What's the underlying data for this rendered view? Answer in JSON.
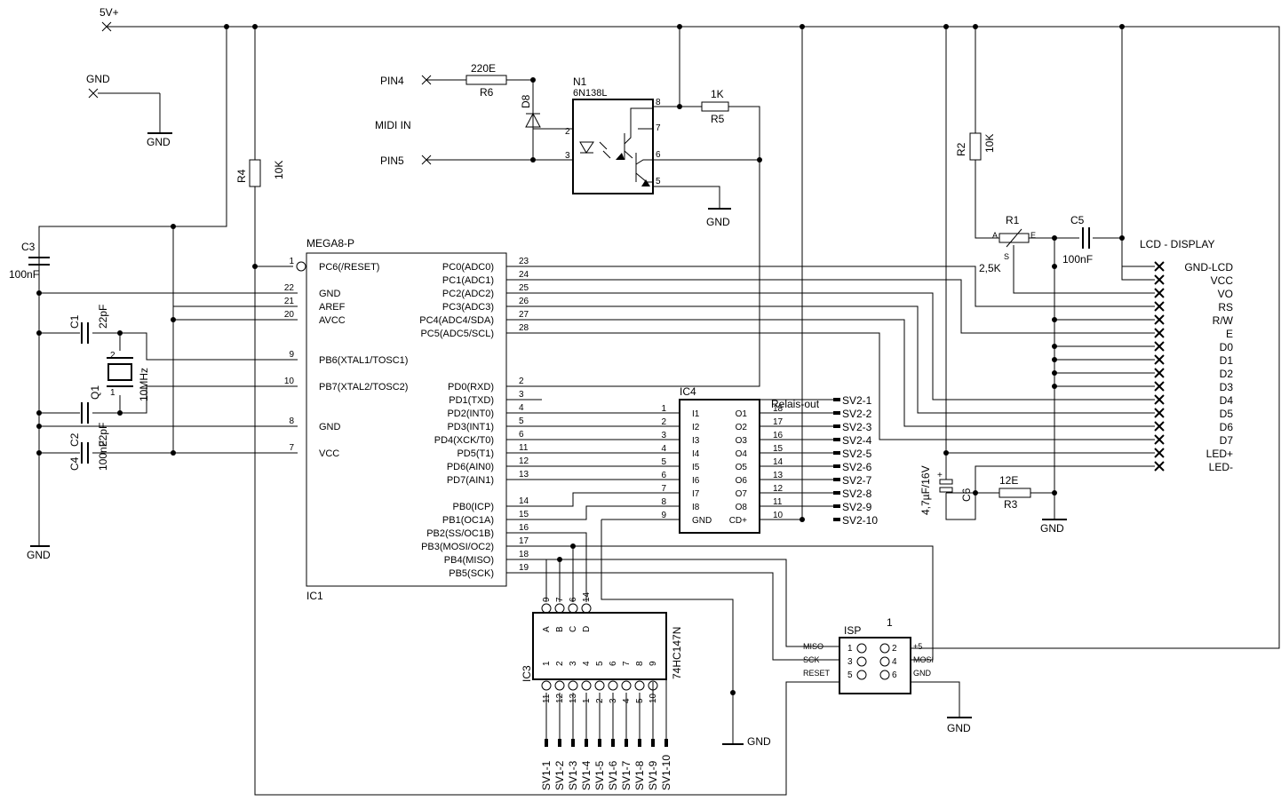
{
  "labels": {
    "v5": "5V+",
    "gnd": "GND",
    "midi_in": "MIDI IN",
    "pin4": "PIN4",
    "pin5": "PIN5",
    "lcd_display": "LCD - DISPLAY",
    "relais_out": "Relais-out",
    "isp": "ISP",
    "isp_num": "1"
  },
  "components": {
    "r6": {
      "ref": "R6",
      "value": "220E"
    },
    "r5": {
      "ref": "R5",
      "value": "1K"
    },
    "r4": {
      "ref": "R4",
      "value": "10K"
    },
    "r2": {
      "ref": "R2",
      "value": "10K"
    },
    "r1": {
      "ref": "R1",
      "value": "2,5K",
      "a": "A",
      "e": "E",
      "s": "S"
    },
    "r3": {
      "ref": "R3",
      "value": "12E"
    },
    "d8": {
      "ref": "D8"
    },
    "n1": {
      "ref": "N1",
      "value": "6N138L"
    },
    "c1": {
      "ref": "C1",
      "value": "22pF"
    },
    "c2": {
      "ref": "C2",
      "value": "22pF"
    },
    "c3": {
      "ref": "C3",
      "value": "100nF"
    },
    "c4": {
      "ref": "C4",
      "value": "100nF"
    },
    "c5": {
      "ref": "C5",
      "value": "100nF"
    },
    "c6": {
      "ref": "C6",
      "value": "4,7µF/16V"
    },
    "q1": {
      "ref": "Q1",
      "value": "10MHz"
    },
    "ic1": {
      "ref": "IC1",
      "value": "MEGA8-P"
    },
    "ic3": {
      "ref": "IC3",
      "value": "74HC147N"
    },
    "ic4": {
      "ref": "IC4"
    }
  },
  "ic1_left": [
    {
      "num": "1",
      "name": "PC6(/RESET)"
    },
    {
      "num": "22",
      "name": "GND"
    },
    {
      "num": "21",
      "name": "AREF"
    },
    {
      "num": "20",
      "name": "AVCC"
    },
    {
      "num": "9",
      "name": "PB6(XTAL1/TOSC1)"
    },
    {
      "num": "10",
      "name": "PB7(XTAL2/TOSC2)"
    },
    {
      "num": "8",
      "name": "GND"
    },
    {
      "num": "7",
      "name": "VCC"
    }
  ],
  "ic1_right": [
    {
      "num": "23",
      "name": "PC0(ADC0)"
    },
    {
      "num": "24",
      "name": "PC1(ADC1)"
    },
    {
      "num": "25",
      "name": "PC2(ADC2)"
    },
    {
      "num": "26",
      "name": "PC3(ADC3)"
    },
    {
      "num": "27",
      "name": "PC4(ADC4/SDA)"
    },
    {
      "num": "28",
      "name": "PC5(ADC5/SCL)"
    },
    {
      "num": "2",
      "name": "PD0(RXD)"
    },
    {
      "num": "3",
      "name": "PD1(TXD)"
    },
    {
      "num": "4",
      "name": "PD2(INT0)"
    },
    {
      "num": "5",
      "name": "PD3(INT1)"
    },
    {
      "num": "6",
      "name": "PD4(XCK/T0)"
    },
    {
      "num": "11",
      "name": "PD5(T1)"
    },
    {
      "num": "12",
      "name": "PD6(AIN0)"
    },
    {
      "num": "13",
      "name": "PD7(AIN1)"
    },
    {
      "num": "14",
      "name": "PB0(ICP)"
    },
    {
      "num": "15",
      "name": "PB1(OC1A)"
    },
    {
      "num": "16",
      "name": "PB2(SS/OC1B)"
    },
    {
      "num": "17",
      "name": "PB3(MOSI/OC2)"
    },
    {
      "num": "18",
      "name": "PB4(MISO)"
    },
    {
      "num": "19",
      "name": "PB5(SCK)"
    }
  ],
  "ic4_pins": [
    {
      "ln": "1",
      "l": "I1",
      "r": "O1",
      "rn": "18",
      "sv": "SV2-1"
    },
    {
      "ln": "2",
      "l": "I2",
      "r": "O2",
      "rn": "17",
      "sv": "SV2-2"
    },
    {
      "ln": "3",
      "l": "I3",
      "r": "O3",
      "rn": "16",
      "sv": "SV2-3"
    },
    {
      "ln": "4",
      "l": "I4",
      "r": "O4",
      "rn": "15",
      "sv": "SV2-4"
    },
    {
      "ln": "5",
      "l": "I5",
      "r": "O5",
      "rn": "14",
      "sv": "SV2-5"
    },
    {
      "ln": "6",
      "l": "I6",
      "r": "O6",
      "rn": "13",
      "sv": "SV2-6"
    },
    {
      "ln": "7",
      "l": "I7",
      "r": "O7",
      "rn": "12",
      "sv": "SV2-7"
    },
    {
      "ln": "8",
      "l": "I8",
      "r": "O8",
      "rn": "11",
      "sv": "SV2-8"
    },
    {
      "ln": "9",
      "l": "GND",
      "r": "CD+",
      "rn": "10",
      "sv": "SV2-9"
    }
  ],
  "sv2_last": "SV2-10",
  "lcd_pins": [
    "GND-LCD",
    "VCC",
    "VO",
    "RS",
    "R/W",
    "E",
    "D0",
    "D1",
    "D2",
    "D3",
    "D4",
    "D5",
    "D6",
    "D7",
    "LED+",
    "LED-"
  ],
  "ic3_top": [
    {
      "num": "9",
      "name": "A"
    },
    {
      "num": "7",
      "name": "B"
    },
    {
      "num": "6",
      "name": "C"
    },
    {
      "num": "14",
      "name": "D"
    }
  ],
  "ic3_bottom": [
    {
      "num": "11",
      "name": "1",
      "sv": "SV1-1"
    },
    {
      "num": "12",
      "name": "2",
      "sv": "SV1-2"
    },
    {
      "num": "13",
      "name": "3",
      "sv": "SV1-3"
    },
    {
      "num": "1",
      "name": "4",
      "sv": "SV1-4"
    },
    {
      "num": "2",
      "name": "5",
      "sv": "SV1-5"
    },
    {
      "num": "3",
      "name": "6",
      "sv": "SV1-6"
    },
    {
      "num": "4",
      "name": "7",
      "sv": "SV1-7"
    },
    {
      "num": "5",
      "name": "8",
      "sv": "SV1-8"
    },
    {
      "num": "10",
      "name": "9",
      "sv": "SV1-9"
    }
  ],
  "sv1_last": "SV1-10",
  "isp_pins": {
    "miso": "MISO",
    "sck": "SCK",
    "reset": "RESET",
    "p5v": "+5",
    "mosi": "MOSI",
    "gnd": "GND",
    "n1": "1",
    "n2": "2",
    "n3": "3",
    "n4": "4",
    "n5": "5",
    "n6": "6"
  },
  "opto_pins": {
    "p2": "2",
    "p3": "3",
    "p8": "8",
    "p7": "7",
    "p6": "6",
    "p5": "5"
  },
  "xtal_pins": {
    "p1": "1",
    "p2": "2"
  }
}
